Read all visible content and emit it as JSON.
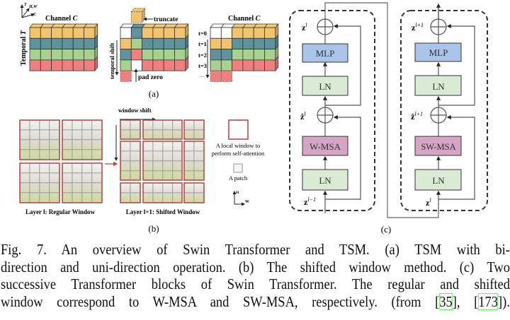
{
  "figure": {
    "a": {
      "panel_label": "(a)",
      "axes_icon": {
        "t": "T",
        "hw": "H,W",
        "c": "C"
      },
      "channel_word": "Channel",
      "channel_symbol": "C",
      "temporal_word": "Temporal",
      "temporal_symbol": "T",
      "truncate_label": "truncate",
      "temporal_shift_label": "temporal shift",
      "pad_zero_label": "pad zero",
      "time_labels": [
        "t=0",
        "t=1",
        "t=2",
        "t=3"
      ],
      "ellipsis": "...",
      "colors": {
        "y": "#F2C46D",
        "t": "#5E939B",
        "g": "#A9D18E",
        "r": "#F08080",
        "w": "#FFFFFF"
      },
      "original_grid": [
        [
          "y",
          "y",
          "y",
          "y",
          "y",
          "y"
        ],
        [
          "t",
          "t",
          "t",
          "t",
          "t",
          "t"
        ],
        [
          "g",
          "g",
          "g",
          "g",
          "g",
          "g"
        ],
        [
          "r",
          "r",
          "r",
          "r",
          "r",
          "r"
        ]
      ],
      "bidirection_grid": [
        [
          "w",
          "t",
          "y",
          "y",
          "y",
          "y"
        ],
        [
          "y",
          "g",
          "t",
          "t",
          "t",
          "t"
        ],
        [
          "t",
          "r",
          "g",
          "g",
          "g",
          "g"
        ],
        [
          "g",
          "w",
          "r",
          "r",
          "r",
          "r"
        ]
      ],
      "unidirection_grid": [
        [
          "w",
          "w",
          "y",
          "y",
          "y",
          "y"
        ],
        [
          "y",
          "y",
          "t",
          "t",
          "t",
          "t"
        ],
        [
          "t",
          "t",
          "g",
          "g",
          "g",
          "g"
        ],
        [
          "g",
          "g",
          "r",
          "r",
          "r",
          "r"
        ]
      ]
    },
    "b": {
      "panel_label": "(b)",
      "window_shift_label": "window shift",
      "regular_caption": "Layer l: Regular Window",
      "shifted_caption": "Layer l+1: Shifted Window",
      "legend_window_line1": "A local window to",
      "legend_window_line2": "perform self-attention",
      "legend_patch": "A patch",
      "axis_h": "H",
      "axis_w": "W",
      "window_color": "#B0443F"
    },
    "c": {
      "panel_label": "(c)",
      "block1": {
        "mlp": "MLP",
        "ln_top": "LN",
        "attn": "W-MSA",
        "ln_bottom": "LN",
        "out_label": {
          "base": "z",
          "sup": "l"
        },
        "mid_label": {
          "base": "ẑ",
          "sup": "l"
        },
        "in_label": {
          "base": "z",
          "sup": "l−1"
        }
      },
      "block2": {
        "mlp": "MLP",
        "ln_top": "LN",
        "attn": "SW-MSA",
        "ln_bottom": "LN",
        "out_label": {
          "base": "z",
          "sup": "l+1"
        },
        "mid_label": {
          "base": "ẑ",
          "sup": "l+1"
        },
        "in_label": {
          "base": "z",
          "sup": "l"
        }
      },
      "colors": {
        "mlp": "#A9C4E8",
        "ln": "#D9EBD5",
        "attn": "#D4A5C4"
      }
    }
  },
  "caption": {
    "line1": "Fig. 7.  An overview of Swin Transformer and TSM. (a) TSM with bi-",
    "line2": "direction and uni-direction operation. (b) The shifted window method. (c) Two",
    "line3": "successive Transformer blocks of Swin Transformer. The regular and shifted",
    "line4_pre": "window correspond to W-MSA and SW-MSA, respectively. (from [",
    "ref1": "35",
    "line4_mid": "], [",
    "ref2": "173",
    "line4_post": "])."
  }
}
